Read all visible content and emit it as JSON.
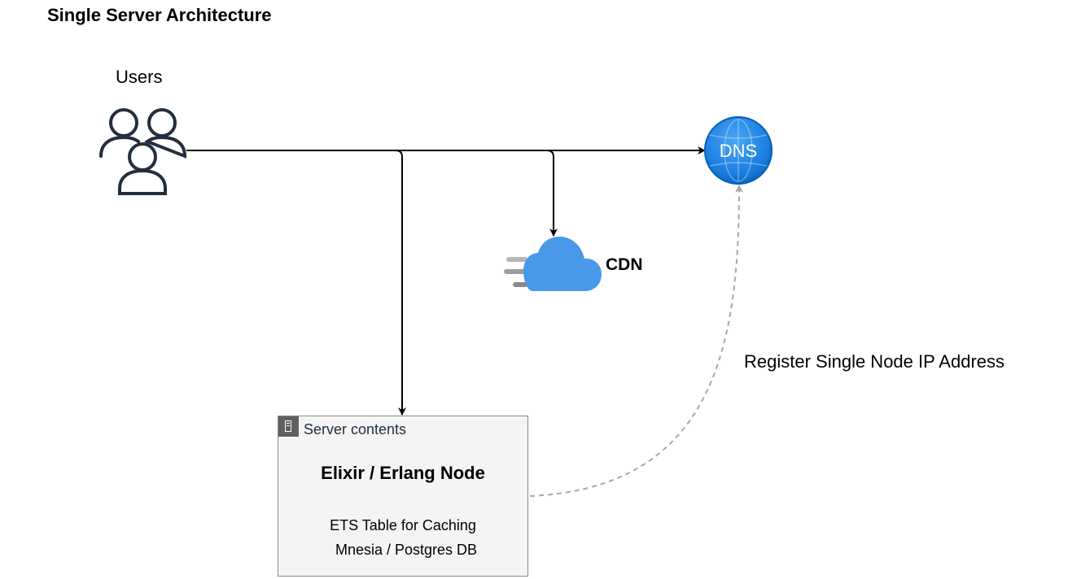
{
  "diagram": {
    "title": "Single Server Architecture",
    "users": {
      "label": "Users",
      "icon": "users-icon"
    },
    "dns": {
      "label": "DNS",
      "icon": "globe-icon",
      "color": "#1a7ee0"
    },
    "cdn": {
      "label": "CDN",
      "icon": "cloud-icon",
      "color": "#4a98ea"
    },
    "server": {
      "heading": "Server contents",
      "icon": "server-icon",
      "node_title": "Elixir / Erlang Node",
      "lines": [
        "ETS Table for Caching",
        "Mnesia / Postgres DB"
      ]
    },
    "register_label": "Register Single Node IP Address",
    "colors": {
      "line": "#000000",
      "dashed_line": "#a6a6a6",
      "users_icon": "#232f3e",
      "box_fill": "#f4f4f4",
      "box_border": "#8c8c8c"
    }
  }
}
